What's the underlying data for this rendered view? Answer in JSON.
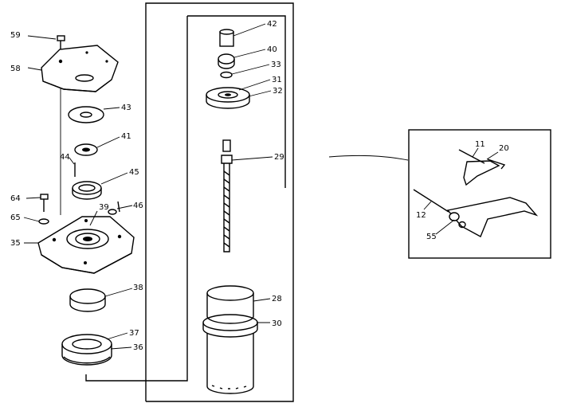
{
  "diagram": {
    "callouts": [
      {
        "id": "c59",
        "text": "59"
      },
      {
        "id": "c58",
        "text": "58"
      },
      {
        "id": "c43",
        "text": "43"
      },
      {
        "id": "c41",
        "text": "41"
      },
      {
        "id": "c44",
        "text": "44"
      },
      {
        "id": "c45",
        "text": "45"
      },
      {
        "id": "c64",
        "text": "64"
      },
      {
        "id": "c39",
        "text": "39"
      },
      {
        "id": "c46",
        "text": "46"
      },
      {
        "id": "c65",
        "text": "65"
      },
      {
        "id": "c35",
        "text": "35"
      },
      {
        "id": "c38",
        "text": "38"
      },
      {
        "id": "c37",
        "text": "37"
      },
      {
        "id": "c36",
        "text": "36"
      },
      {
        "id": "c42",
        "text": "42"
      },
      {
        "id": "c40",
        "text": "40"
      },
      {
        "id": "c33",
        "text": "33"
      },
      {
        "id": "c31",
        "text": "31"
      },
      {
        "id": "c32",
        "text": "32"
      },
      {
        "id": "c29",
        "text": "29"
      },
      {
        "id": "c28",
        "text": "28"
      },
      {
        "id": "c30",
        "text": "30"
      },
      {
        "id": "c11",
        "text": "11"
      },
      {
        "id": "c20",
        "text": "20"
      },
      {
        "id": "c12",
        "text": "12"
      },
      {
        "id": "c55",
        "text": "55"
      }
    ]
  }
}
